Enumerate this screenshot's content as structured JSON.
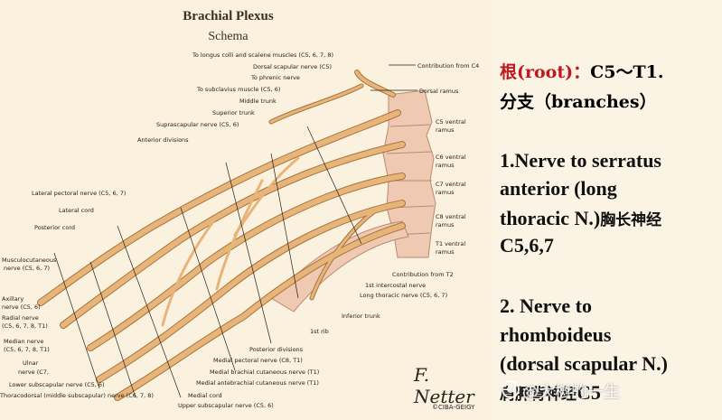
{
  "figure": {
    "title": "Brachial Plexus",
    "subtitle": "Schema",
    "labels": {
      "longus_colli": "To longus colli and scalene muscles (C5, 6, 7, 8)",
      "dorsal_scapular": "Dorsal scapular nerve (C5)",
      "phrenic": "To phrenic nerve",
      "subclavius": "To subclavius muscle (C5, 6)",
      "middle_trunk": "Middle trunk",
      "superior_trunk": "Superior trunk",
      "suprascapular": "Suprascapular nerve (C5, 6)",
      "anterior_divisions": "Anterior divisions",
      "lateral_pectoral": "Lateral pectoral nerve (C5, 6, 7)",
      "lateral_cord": "Lateral cord",
      "posterior_cord": "Posterior cord",
      "musculocutaneous": "Musculocutaneous",
      "musculocutaneous_2": "nerve (C5, 6, 7)",
      "axillary": "Axillary",
      "axillary_2": "nerve (C5, 6)",
      "radial": "Radial nerve",
      "radial_2": "(C5, 6, 7, 8, T1)",
      "median": "Median nerve",
      "median_2": "(C5, 6, 7, 8, T1)",
      "ulnar": "Ulnar",
      "ulnar_2": "nerve (C7,",
      "lower_subscapular": "Lower subscapular nerve (C5, 6)",
      "thoracodorsal": "Thoracodorsal (middle subscapular) nerve (C6, 7, 8)",
      "medial_cord": "Medial cord",
      "upper_subscapular": "Upper subscapular nerve (C5, 6)",
      "medial_antebrachial": "Medial antebrachial cutaneous nerve (T1)",
      "medial_brachial": "Medial brachial cutaneous nerve (T1)",
      "medial_pectoral": "Medial pectoral nerve (C8, T1)",
      "posterior_divisions": "Posterior divisions",
      "inferior_trunk": "Inferior trunk",
      "first_rib": "1st rib",
      "long_thoracic": "Long thoracic nerve (C5, 6, 7)",
      "first_intercostal": "1st intercostal nerve",
      "contribution_t2": "Contribution from T2",
      "contribution_c4": "Contribution from C4",
      "dorsal_ramus": "Dorsal ramus",
      "c5_ventral": "C5 ventral",
      "c6_ventral": "C6 ventral",
      "c7_ventral": "C7 ventral",
      "c8_ventral": "C8 ventral",
      "t1_ventral": "T1 ventral",
      "ramus": "ramus"
    },
    "signature": "F. Netter",
    "signature_code": "©CIBA-GEIGY"
  },
  "notes": {
    "root_prefix": "根(root)：",
    "root_value": "C5～T1.",
    "branches": "分支（branches）",
    "item1_line1": "1.Nerve to serratus",
    "item1_line2": "anterior (long",
    "item1_line3_en": "thoracic N.)",
    "item1_line3_cn": "胸长神经",
    "item1_line4": "C5,6,7",
    "item2_line1": "2. Nerve to",
    "item2_line2": "rhomboideus",
    "item2_line3": "(dorsal scapular N.)",
    "item2_line4_cn": "肩胛背神经",
    "item2_line4_en": "C5"
  },
  "watermark": "@大树的一生",
  "colors": {
    "nerve": "#e7b57a",
    "nerve_outline": "#a8743e",
    "background": "#fbf3e4",
    "root_red": "#c1171d",
    "bone": "#f0c9b2"
  }
}
